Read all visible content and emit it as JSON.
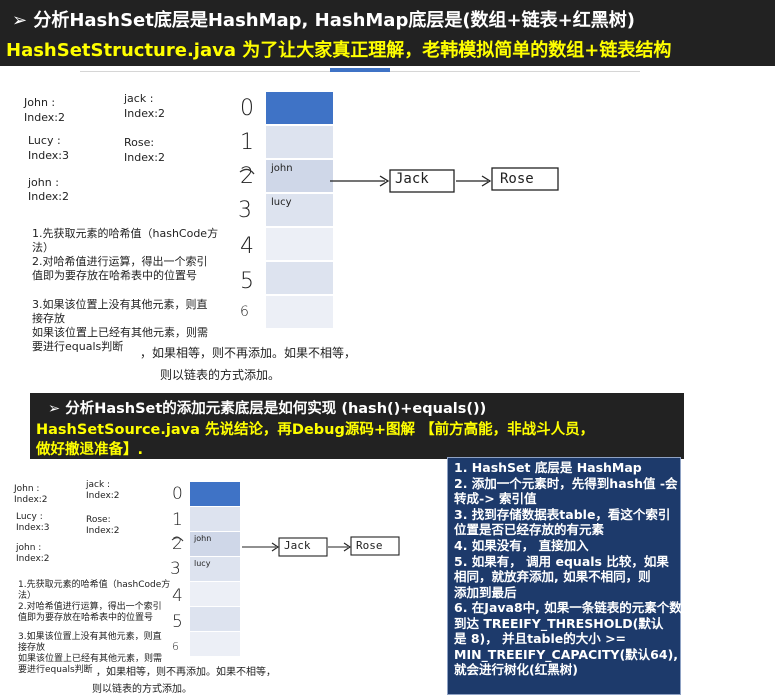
{
  "top_banner": {
    "line1": "➢ 分析HashSet底层是HashMap, HashMap底层是(数组+链表+红黑树)",
    "line2": "HashSetStructure.java  为了让大家真正理解，老韩模拟简单的数组+链表结构"
  },
  "diagram": {
    "notes_col1": [
      "John :",
      "Index:2",
      "Lucy :",
      "Index:3",
      "john :",
      "Index:2"
    ],
    "notes_col2": [
      "jack :",
      "Index:2",
      "Rose:",
      "Index:2"
    ],
    "steps": [
      "1.先获取元素的哈希值（hashCode方",
      "法）",
      "2.对哈希值进行运算，得出一个索引",
      "值即为要存放在哈希表中的位置号",
      "",
      "3.如果该位置上没有其他元素，则直",
      "接存放",
      "如果该位置上已经有其他元素，则需",
      "要进行equals判断"
    ],
    "trailing_line1": "，如果相等，则不再添加。如果不相等，",
    "trailing_line2": "则以链表的方式添加。",
    "index_numbers": [
      "0",
      "1",
      "2",
      "3",
      "4",
      "5",
      "6"
    ],
    "cell_john": "john",
    "cell_lucy": "lucy",
    "node_jack": "Jack",
    "node_rose": "Rose"
  },
  "second_banner": {
    "line1": "➢ 分析HashSet的添加元素底层是如何实现 (hash()+equals())",
    "line2": "HashSetSource.java  先说结论，再Debug源码+图解 【前方高能，非战斗人员，",
    "line3": "做好撤退准备】."
  },
  "info_box": {
    "items": [
      "1.  HashSet 底层是 HashMap",
      "2.  添加一个元素时，先得到hash值 -会",
      "     转成-> 索引值",
      "3.  找到存储数据表table，看这个索引",
      "     位置是否已经存放的有元素",
      "4.  如果没有，  直接加入",
      "5.  如果有，  调用 equals 比较，如果",
      "     相同，就放弃添加, 如果不相同，则",
      "     添加到最后",
      "6.  在Java8中, 如果一条链表的元素个数",
      "     到达 TREEIFY_THRESHOLD(默认",
      "     是 8)，  并且table的大小 >=",
      "     MIN_TREEIFY_CAPACITY(默认64),",
      "     就会进行树化(红黑树)"
    ]
  },
  "colors": {
    "banner_bg": "#222222",
    "banner_white": "#ffffff",
    "banner_yellow": "#ffff00",
    "table_top": "#3f73c6",
    "table_cell": "#dde3ef",
    "info_bg": "#1d3a6b"
  }
}
